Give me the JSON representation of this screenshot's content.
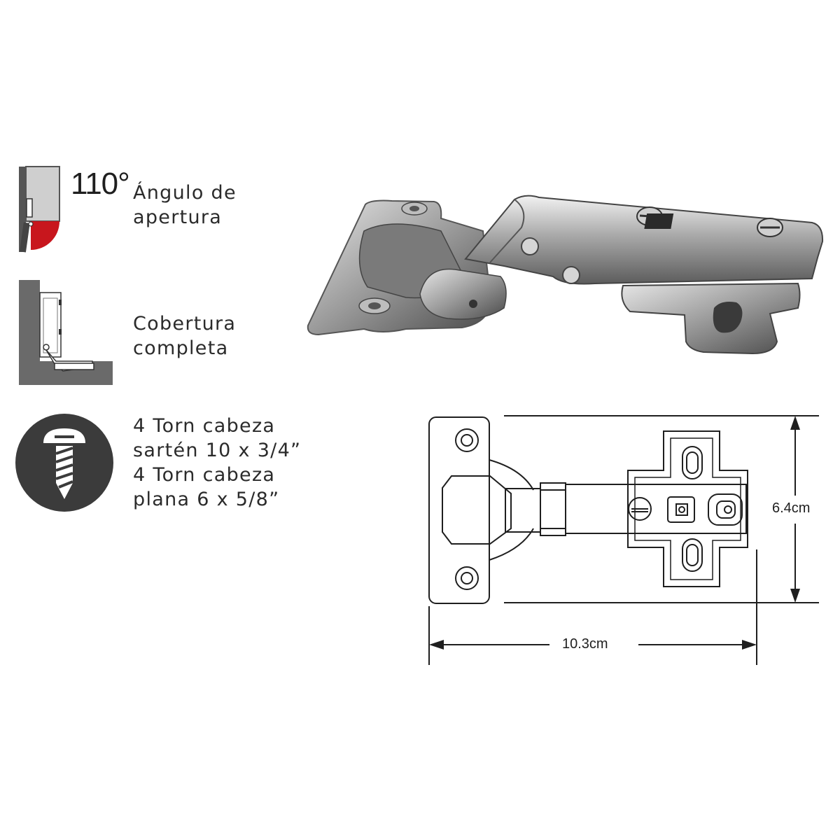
{
  "features": {
    "opening_angle": {
      "value": "110°",
      "label": "Ángulo de\napertura",
      "icon": "door-opening-angle-icon"
    },
    "overlay": {
      "label": "Cobertura\ncompleta",
      "icon": "full-overlay-hinge-icon"
    },
    "screws": {
      "label": "4 Torn cabeza\nsartén 10 x 3/4”\n4 Torn cabeza\nplana 6 x 5/8”",
      "icon": "screw-icon"
    }
  },
  "diagram": {
    "height_label": "6.4cm",
    "width_label": "10.3cm"
  },
  "colors": {
    "text": "#2b2b2b",
    "icon_gray": "#5a5a5a",
    "accent_red": "#c8161d",
    "line": "#1f1f1f"
  }
}
